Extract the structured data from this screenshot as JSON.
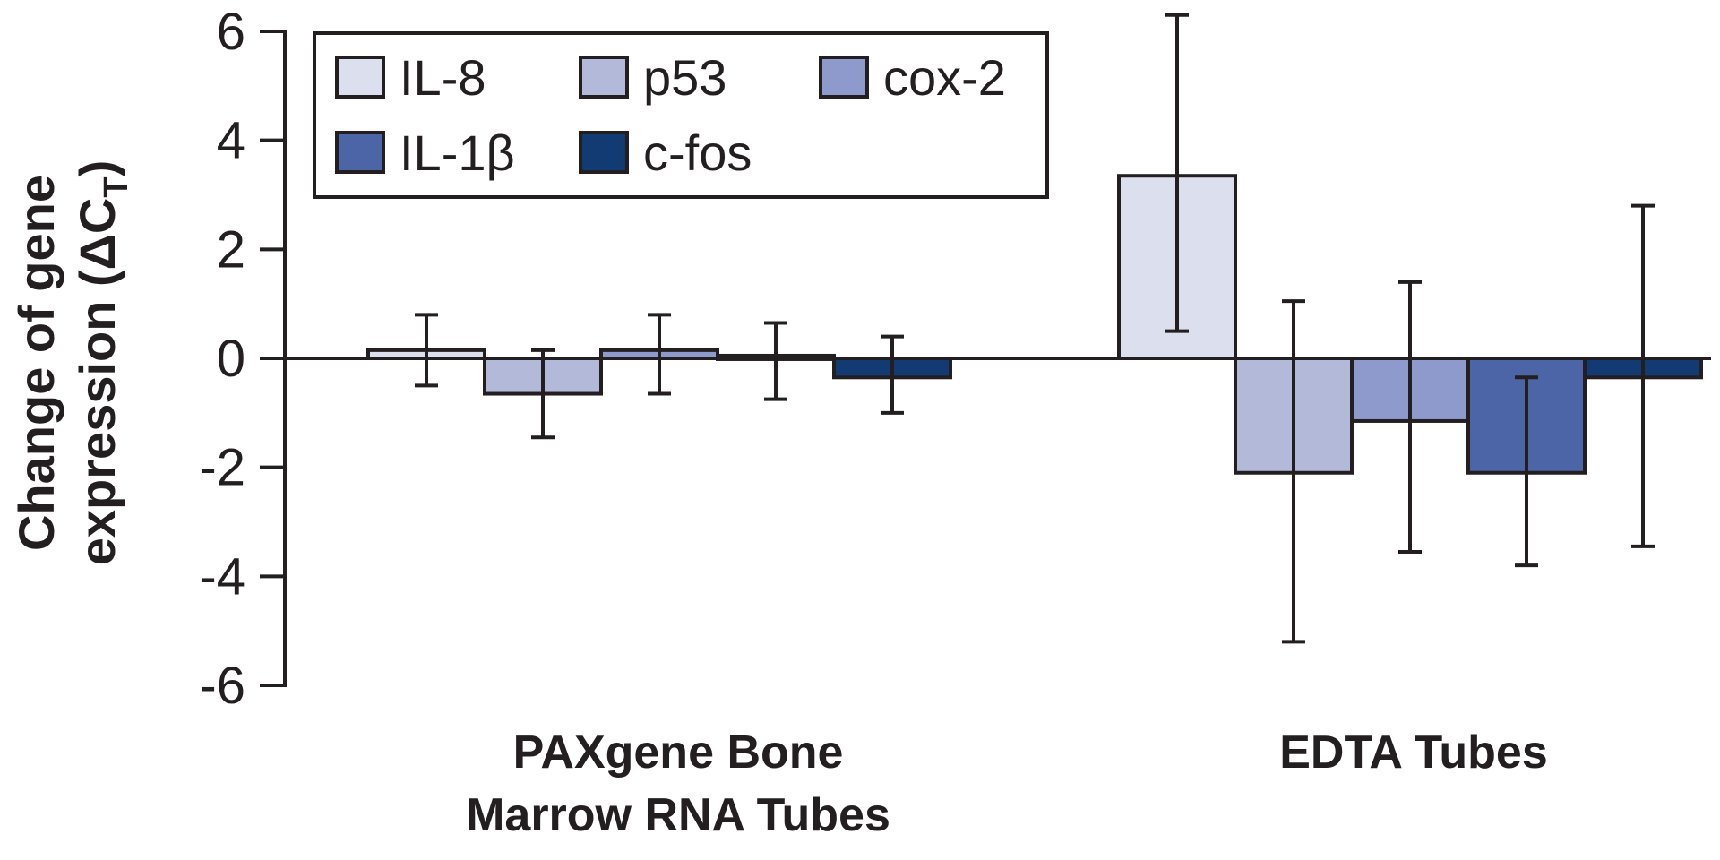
{
  "chart_data": {
    "type": "bar",
    "title": "",
    "xlabel": "",
    "ylabel": "Change of gene expression (ΔCT)",
    "ylabel_line1": "Change of gene",
    "ylabel_line2": "expression (ΔC",
    "ylabel_sub": "T",
    "ylabel_close": ")",
    "ylim": [
      -6,
      6
    ],
    "yticks": [
      6,
      4,
      2,
      0,
      -2,
      -4,
      -6
    ],
    "categories": [
      "PAXgene Bone Marrow RNA Tubes",
      "EDTA Tubes"
    ],
    "category_lines": [
      [
        "PAXgene Bone",
        "Marrow RNA Tubes"
      ],
      [
        "EDTA Tubes"
      ]
    ],
    "series": [
      {
        "name": "IL-8",
        "color": "#dcdfee",
        "values": [
          0.15,
          3.35
        ],
        "err_low": [
          -0.5,
          0.5
        ],
        "err_high": [
          0.8,
          6.3
        ]
      },
      {
        "name": "p53",
        "color": "#b2b9d9",
        "values": [
          -0.65,
          -2.1
        ],
        "err_low": [
          -1.45,
          -5.2
        ],
        "err_high": [
          0.15,
          1.05
        ]
      },
      {
        "name": "cox-2",
        "color": "#8d9acb",
        "values": [
          0.15,
          -1.15
        ],
        "err_low": [
          -0.65,
          -3.55
        ],
        "err_high": [
          0.8,
          1.4
        ]
      },
      {
        "name": "IL-1β",
        "color": "#4c65a6",
        "values": [
          0.05,
          -2.1
        ],
        "err_low": [
          -0.75,
          -3.8
        ],
        "err_high": [
          0.65,
          -0.35
        ]
      },
      {
        "name": "c-fos",
        "color": "#123a73",
        "values": [
          -0.35,
          -0.35
        ],
        "err_low": [
          -1.0,
          -3.45
        ],
        "err_high": [
          0.4,
          2.8
        ]
      }
    ],
    "legend": {
      "position": "top-left",
      "rows": [
        [
          0,
          1,
          2
        ],
        [
          3,
          4
        ]
      ]
    },
    "grid": false
  }
}
